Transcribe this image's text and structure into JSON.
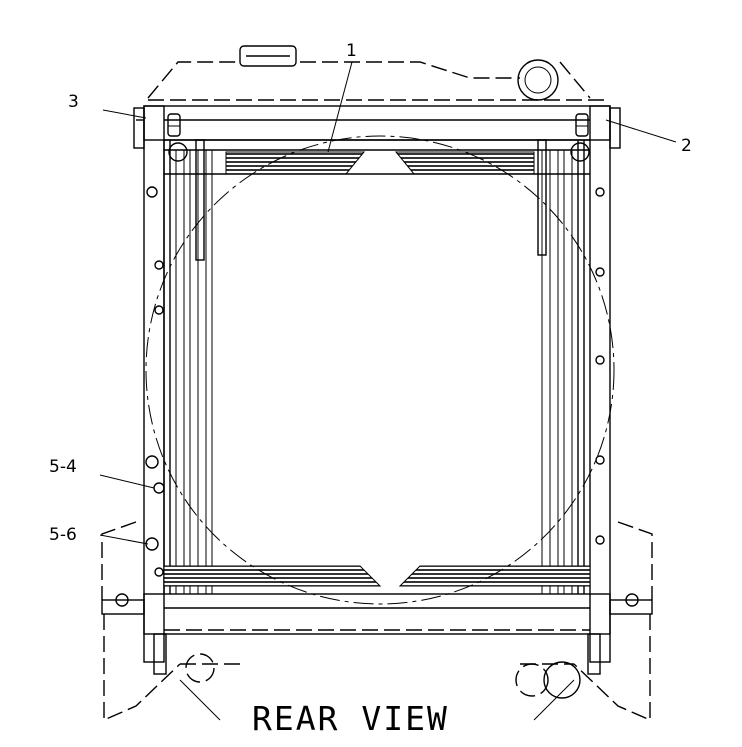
{
  "callouts": {
    "c1": "1",
    "c2": "2",
    "c3": "3",
    "c54": "5-4",
    "c56": "5-6"
  },
  "view_label": "REAR VIEW"
}
